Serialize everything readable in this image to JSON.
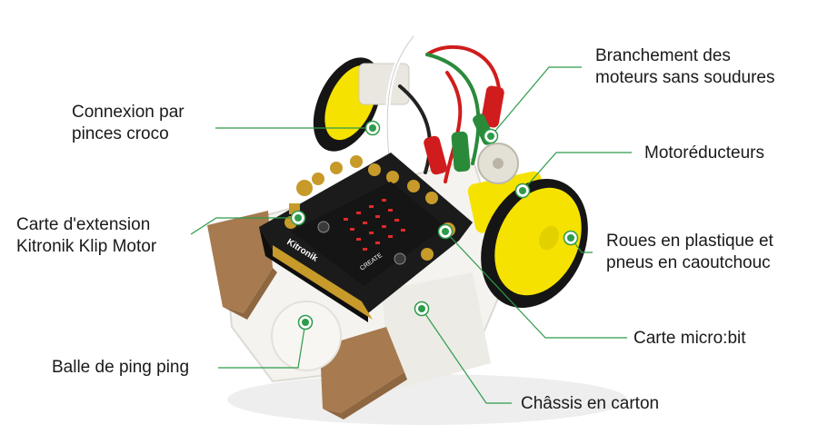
{
  "labels": {
    "connexion": "Connexion par\npinces croco",
    "carte_extension": "Carte d'extension\nKitronik Klip Motor",
    "balle": "Balle de ping ping",
    "branchement": "Branchement des\nmoteurs sans soudures",
    "motoreducteurs": "Motoréducteurs",
    "roues": "Roues en plastique et\npneus en caoutchouc",
    "microbit": "Carte micro:bit",
    "chassis": "Châssis en carton"
  },
  "board_text": {
    "kitronik": "Kitronik",
    "create": "CREATE"
  },
  "colors": {
    "leader": "#2e9b4a",
    "marker": "#2e9b4a",
    "wheel_yellow": "#f5e200",
    "tyre": "#151515",
    "board": "#1b1b1b",
    "pad_gold": "#c79a2a",
    "led_red": "#e02a2a",
    "wire_red": "#d01c1c",
    "wire_green": "#2a8a3a",
    "cardboard": "#a77b4f",
    "chassis": "#f4f3ef"
  }
}
